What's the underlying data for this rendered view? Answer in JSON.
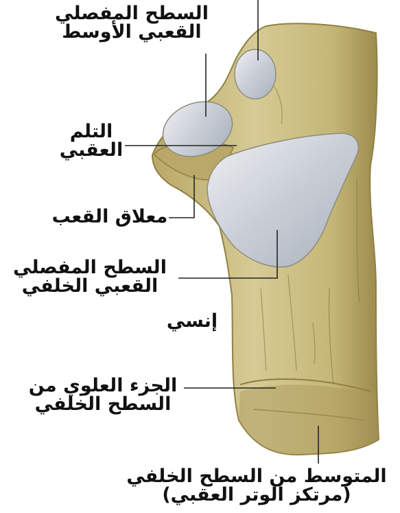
{
  "figure": {
    "colors": {
      "bone_fill": "#cbbf86",
      "bone_shadow": "#8f7f43",
      "bone_highlight": "#e6dcae",
      "cartilage": "#c9ced6",
      "leader_line": "#222222",
      "text": "#111111"
    }
  },
  "labels": {
    "middle_facet": {
      "line1": "السطح المفصلي",
      "line2": "القعبي الأوسط"
    },
    "sulcus": {
      "line1": "التلم",
      "line2": "العقبي"
    },
    "sustentaculum": {
      "text": "معلاق القعب"
    },
    "posterior_facet": {
      "line1": "السطح المفصلي",
      "line2": "القعبي الخلفي"
    },
    "medial": {
      "text": "إنسي"
    },
    "upper_posterior": {
      "line1": "الجزء العلوي من",
      "line2": "السطح الخلفي"
    },
    "middle_posterior": {
      "line1": "المتوسط من السطح الخلفي",
      "line2": "(مرتكز الوتر العقبي)"
    }
  }
}
